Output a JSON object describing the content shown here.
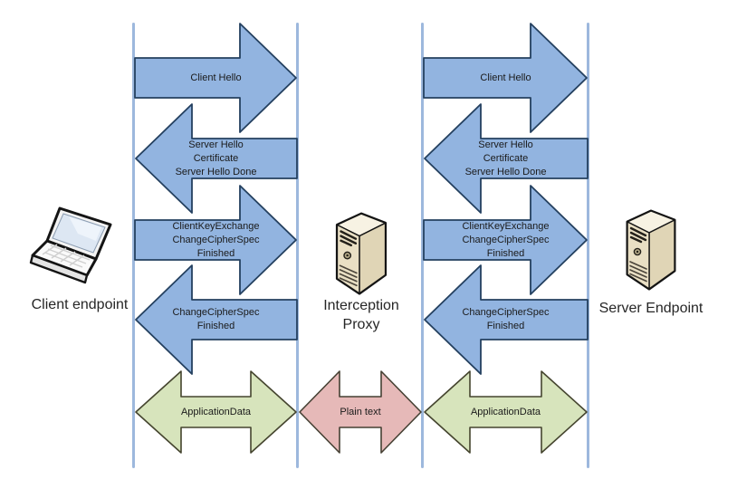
{
  "diagram_type": "tls-interception-proxy-sequence",
  "colors": {
    "handshake_arrow_fill": "#92b4e0",
    "handshake_arrow_border": "#24405f",
    "appdata_arrow_fill": "#d7e4bc",
    "appdata_arrow_border": "#45452f",
    "plaintext_arrow_fill": "#e6b9b8",
    "plaintext_arrow_border": "#454033",
    "lifeline": "#9db8dd",
    "label_text": "#1a1a1a"
  },
  "endpoints": {
    "client": {
      "label": "Client endpoint",
      "icon": "laptop-icon"
    },
    "proxy": {
      "label_line1": "Interception",
      "label_line2": "Proxy",
      "icon": "server-icon"
    },
    "server": {
      "label": "Server Endpoint",
      "icon": "server-icon"
    }
  },
  "client_session": {
    "messages": [
      {
        "direction": "right",
        "type": "handshake",
        "lines": [
          "Client Hello"
        ]
      },
      {
        "direction": "left",
        "type": "handshake",
        "lines": [
          "Server Hello",
          "Certificate",
          "Server Hello Done"
        ]
      },
      {
        "direction": "right",
        "type": "handshake",
        "lines": [
          "ClientKeyExchange",
          "ChangeCipherSpec",
          "Finished"
        ]
      },
      {
        "direction": "left",
        "type": "handshake",
        "lines": [
          "ChangeCipherSpec",
          "Finished"
        ]
      },
      {
        "direction": "both",
        "type": "application-data",
        "lines": [
          "ApplicationData"
        ]
      }
    ]
  },
  "proxy_link": {
    "messages": [
      {
        "direction": "both",
        "type": "plaintext",
        "lines": [
          "Plain text"
        ]
      }
    ]
  },
  "server_session": {
    "messages": [
      {
        "direction": "right",
        "type": "handshake",
        "lines": [
          "Client Hello"
        ]
      },
      {
        "direction": "left",
        "type": "handshake",
        "lines": [
          "Server Hello",
          "Certificate",
          "Server Hello Done"
        ]
      },
      {
        "direction": "right",
        "type": "handshake",
        "lines": [
          "ClientKeyExchange",
          "ChangeCipherSpec",
          "Finished"
        ]
      },
      {
        "direction": "left",
        "type": "handshake",
        "lines": [
          "ChangeCipherSpec",
          "Finished"
        ]
      },
      {
        "direction": "both",
        "type": "application-data",
        "lines": [
          "ApplicationData"
        ]
      }
    ]
  }
}
